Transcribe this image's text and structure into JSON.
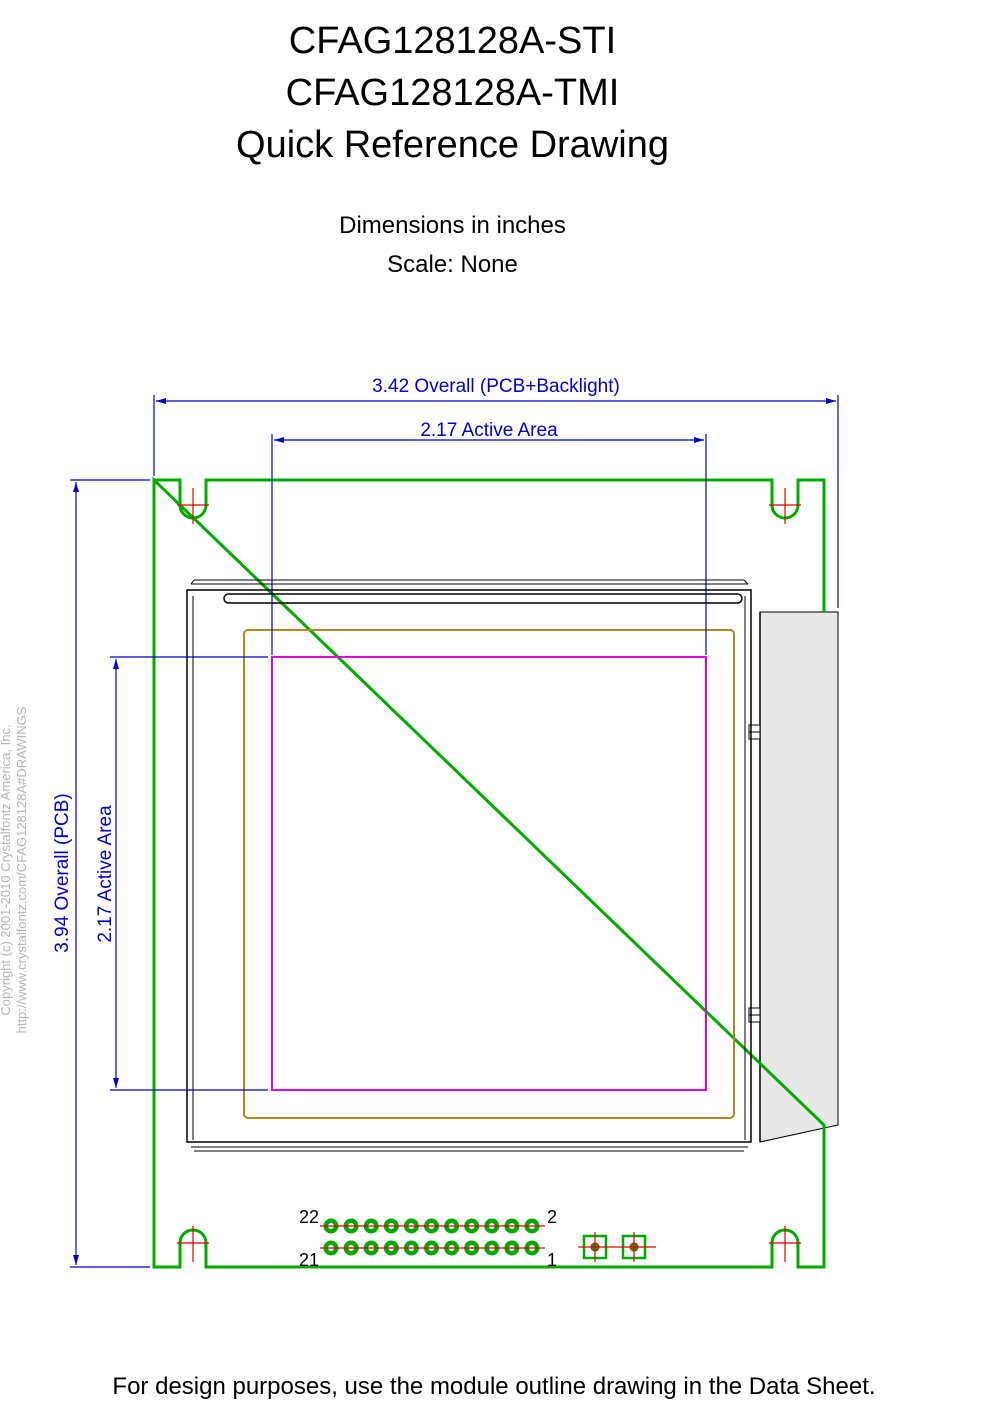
{
  "header": {
    "title_line_1": "CFAG128128A-STI",
    "title_line_2": "CFAG128128A-TMI",
    "title_line_3": "Quick Reference Drawing",
    "units_note": "Dimensions in inches",
    "scale_note": "Scale: None"
  },
  "dimensions": {
    "overall_width_label": "3.42 Overall (PCB+Backlight)",
    "active_width_label": "2.17 Active Area",
    "overall_height_label": "3.94 Overall (PCB)",
    "active_height_label": "2.17 Active Area"
  },
  "connector": {
    "pin_labels": {
      "top_left": "22",
      "top_right": "2",
      "bottom_left": "21",
      "bottom_right": "1"
    },
    "pin_count": 22
  },
  "copyright": {
    "line_1": "Copyright (c) 2001-2010 Crystalfontz America, Inc.",
    "line_2": "http://www.crystalfontz.com/CFAG128128A#DRAWINGS"
  },
  "footer": {
    "note": "For design purposes, use the module outline drawing in the Data Sheet."
  },
  "colors": {
    "pcb_outline": "#00aa00",
    "dimension": "#0000cc",
    "active_area": "#e000e0",
    "viewing_area": "#b08a20",
    "center_mark": "#e00000",
    "backlight_fill": "#e8e8e8"
  }
}
